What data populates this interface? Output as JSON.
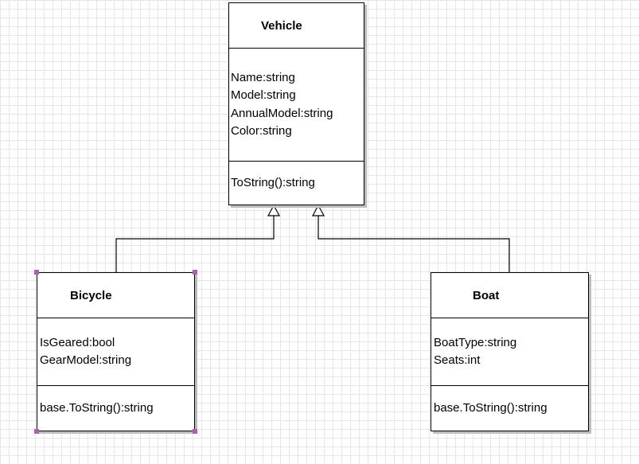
{
  "diagram": {
    "classes": [
      {
        "id": "vehicle",
        "name": "Vehicle",
        "attributes": [
          "Name:string",
          "Model:string",
          "AnnualModel:string",
          "Color:string"
        ],
        "operations": [
          "ToString():string"
        ]
      },
      {
        "id": "bicycle",
        "name": "Bicycle",
        "attributes": [
          "IsGeared:bool",
          "GearModel:string"
        ],
        "operations": [
          "base.ToString():string"
        ]
      },
      {
        "id": "boat",
        "name": "Boat",
        "attributes": [
          "BoatType:string",
          "Seats:int"
        ],
        "operations": [
          "base.ToString():string"
        ]
      }
    ],
    "relations": [
      {
        "type": "generalization",
        "from": "Bicycle",
        "to": "Vehicle"
      },
      {
        "type": "generalization",
        "from": "Boat",
        "to": "Vehicle"
      }
    ],
    "selected_class": "Bicycle",
    "colors": {
      "grid": "#e6e6e6",
      "selection_handle": "#b35cb3",
      "shadow": "#bdbdbd"
    }
  }
}
